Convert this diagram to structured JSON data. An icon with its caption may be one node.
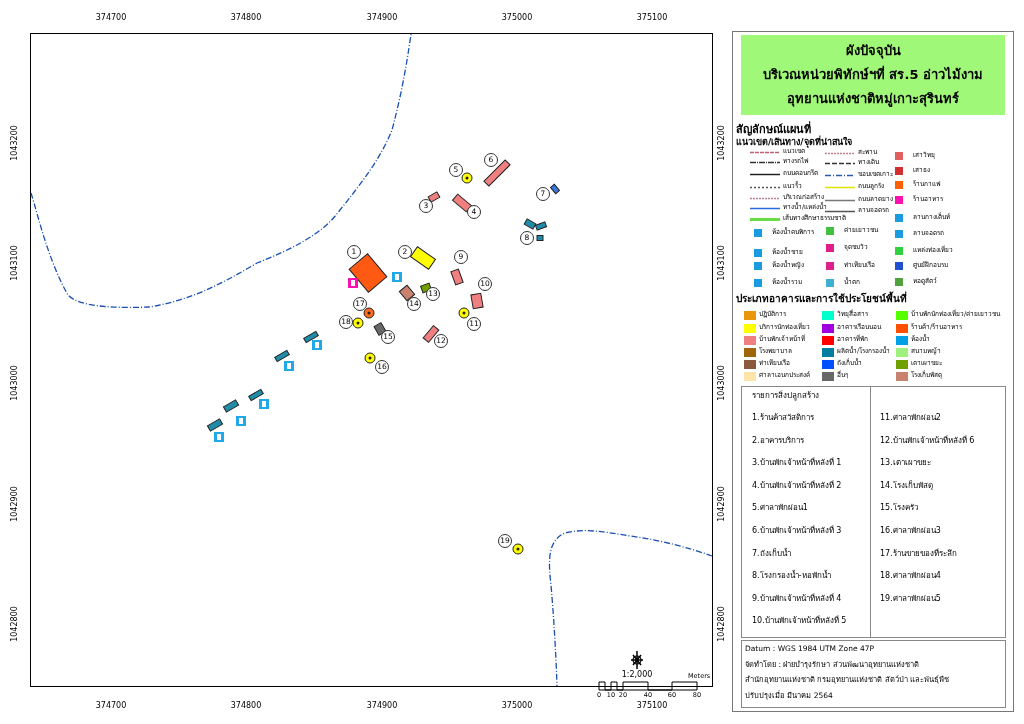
{
  "diagram": {
    "nodes": [
      {
        "text": [
          "ผังปัจจุบัน",
          "บริเวณหน่วยพิทักษ์ฯที่ สร.5 อ่าวไม้งาม",
          "อุทยานแห่งชาติหมู่เกาะสุรินทร์"
        ]
      },
      {
        "text": [
          "1"
        ]
      },
      {
        "text": [
          "2"
        ]
      },
      {
        "text": [
          "3"
        ]
      },
      {
        "text": [
          "4"
        ]
      },
      {
        "text": [
          "5"
        ]
      },
      {
        "text": [
          "6"
        ]
      },
      {
        "text": [
          "7"
        ]
      },
      {
        "text": [
          "8"
        ]
      },
      {
        "text": [
          "9"
        ]
      },
      {
        "text": [
          "10"
        ]
      },
      {
        "text": [
          "11"
        ]
      },
      {
        "text": [
          "12"
        ]
      },
      {
        "text": [
          "13"
        ]
      },
      {
        "text": [
          "14"
        ]
      },
      {
        "text": [
          "15"
        ]
      },
      {
        "text": [
          "16"
        ]
      },
      {
        "text": [
          "17"
        ]
      },
      {
        "text": [
          "18"
        ]
      },
      {
        "text": [
          "19"
        ]
      }
    ],
    "labels": [
      "374700",
      "374800",
      "374900",
      "375000",
      "375100",
      "1043200",
      "1043100",
      "1043000",
      "1042900",
      "1042800",
      "1043200",
      "1043100",
      "1043000",
      "1042900",
      "1042800",
      "374700",
      "374800",
      "374900",
      "375000",
      "375100",
      "สัญลักษณ์แผนที่",
      "แนวเขต/เส้นทาง/จุดที่น่าสนใจ",
      "ประเภทอาคารและการใช้ประโยชน์พื้นที่",
      "รายการสิ่งปลูกสร้าง",
      "1.ร้านค้าสวัสดิการ",
      "2.อาคารบริการ",
      "3.บ้านพักเจ้าหน้าที่หลังที่ 1",
      "4.บ้านพักเจ้าหน้าที่หลังที่ 2",
      "5.ศาลาพักผ่อน1",
      "6.บ้านพักเจ้าหน้าที่หลังที่ 3",
      "7.ถังเก็บน้ำ",
      "8.โรงกรองน้ำ-หอพักน้ำ",
      "9.บ้านพักเจ้าหน้าที่หลังที่ 4",
      "10.บ้านพักเจ้าหน้าที่หลังที่ 5",
      "11.ศาลาพักผ่อน2",
      "12.บ้านพักเจ้าหน้าที่หลังที่ 6",
      "13.เตาเผาขยะ",
      "14.โรงเก็บพัสดุ",
      "15.โรงครัว",
      "16.ศาลาพักผ่อน3",
      "17.ร้านขายของที่ระลึก",
      "18.ศาลาพักผ่อน4",
      "19.ศาลาพักผ่อน5",
      "1:2,000",
      "0",
      "10",
      "20",
      "40",
      "60",
      "80",
      "Meters",
      "Datum  : WGS 1984 UTM Zone 47P",
      "จัดทำโดย  : ฝ่ายบำรุงรักษา ส่วนพัฒนาอุทยานแห่งชาติ",
      "สำนักอุทยานแห่งชาติ  กรมอุทยานแห่งชาติ สัตว์ป่า และพันธุ์พืช",
      "ปรับปรุงเมื่อ มีนาคม 2564"
    ],
    "legend": [
      {
        "text": "แนวเขต"
      },
      {
        "text": "ทางรถไฟ"
      },
      {
        "text": "ถนนคอนกรีต"
      },
      {
        "text": "แนวรั้ว"
      },
      {
        "text": "บริเวณก่อสร้าง"
      },
      {
        "text": "ทางน้ำ/แหล่งน้ำ"
      },
      {
        "text": "เส้นทางศึกษาธรรมชาติ"
      },
      {
        "text": "สะพาน"
      },
      {
        "text": "ทางเดิน"
      },
      {
        "text": "ขอบเขตเกาะ"
      },
      {
        "text": "ถนนลูกรัง"
      },
      {
        "text": "ถนนลาดยาง"
      },
      {
        "text": "ลานจอดรถ"
      },
      {
        "text": "เสาวิทยุ"
      },
      {
        "text": "เสาธง"
      },
      {
        "text": "ร้านกาแฟ"
      },
      {
        "text": "ร้านอาหาร"
      },
      {
        "text": "ลานกางเต็นท์"
      },
      {
        "text": "ลานจอดรถ"
      },
      {
        "text": "แหล่งท่องเที่ยว"
      },
      {
        "text": "ศูนย์ฝึกอบรม"
      },
      {
        "text": "หอดูสัตว์"
      },
      {
        "text": "ห้องน้ำคนพิการ"
      },
      {
        "text": "ห้องน้ำชาย"
      },
      {
        "text": "ห้องน้ำหญิง"
      },
      {
        "text": "ห้องน้ำรวม"
      },
      {
        "text": "ค่ายเยาวชน"
      },
      {
        "text": "จุดชมวิว"
      },
      {
        "text": "ท่าเทียบเรือ"
      },
      {
        "text": "น้ำตก"
      },
      {
        "text": "ปฏิบัติการ",
        "color": "#e8960c"
      },
      {
        "text": "บริการนักท่องเที่ยว",
        "color": "#ffff00"
      },
      {
        "text": "บ้านพักเจ้าหน้าที่",
        "color": "#f08080"
      },
      {
        "text": "โรงพยาบาล",
        "color": "#a0640a"
      },
      {
        "text": "ท่าเทียบเรือ",
        "color": "#8b5a3c"
      },
      {
        "text": "ศาลาเอนกประสงค์",
        "color": "#fde4a8"
      },
      {
        "text": "วิทยุสื่อสาร",
        "color": "#00ffcc"
      },
      {
        "text": "อาคารเรือนนอน",
        "color": "#a000e0"
      },
      {
        "text": "อาคารที่พัก",
        "color": "#ff0000"
      },
      {
        "text": "ผลิตน้ำ/โรงกรองน้ำ",
        "color": "#007fa0"
      },
      {
        "text": "ถังเก็บน้ำ",
        "color": "#0050ff"
      },
      {
        "text": "อื่นๆ",
        "color": "#686868"
      },
      {
        "text": "บ้านพักนักท่องเที่ยว/ค่ายเยาวชน",
        "color": "#55ff00"
      },
      {
        "text": "ร้านค้า/ร้านอาหาร",
        "color": "#ff5000"
      },
      {
        "text": "ห้องน้ำ",
        "color": "#00a0e6"
      },
      {
        "text": "สนามหญ้า",
        "color": "#a0f080"
      },
      {
        "text": "เตาเผาขยะ",
        "color": "#70a000"
      },
      {
        "text": "โรงเก็บพัสดุ",
        "color": "#c8826e"
      }
    ]
  }
}
